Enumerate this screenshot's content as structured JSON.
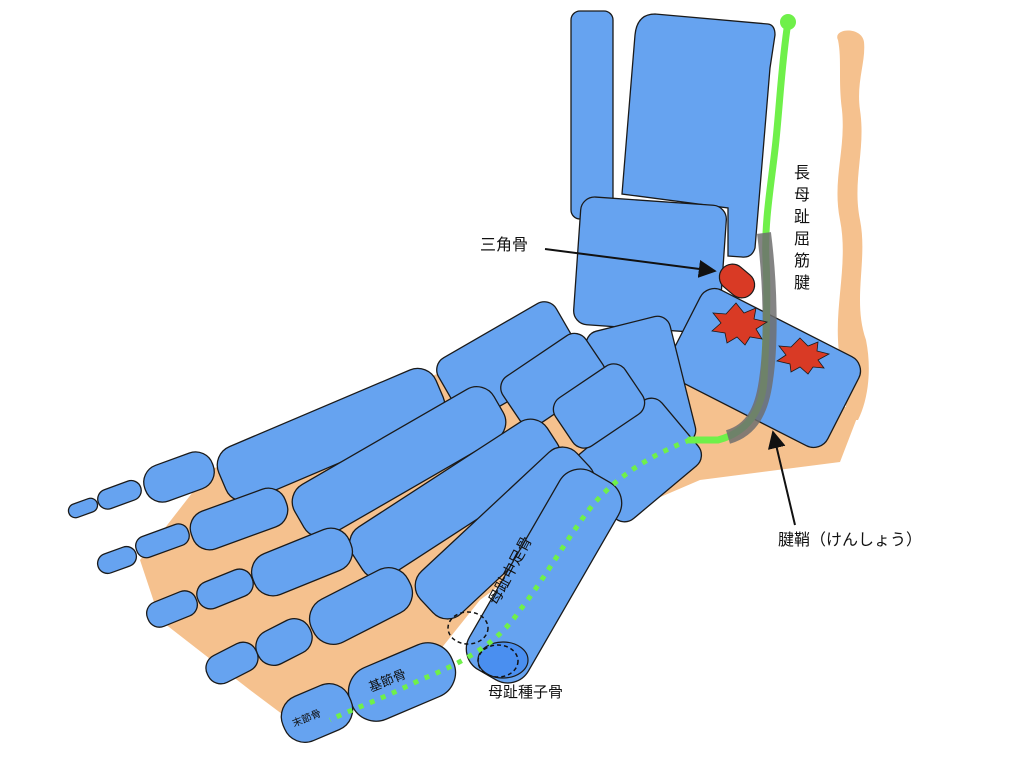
{
  "labels": {
    "os_trigonum": "三角骨",
    "fhl_tendon": "長母趾屈筋腱",
    "tendon_sheath": "腱鞘（けんしょう）",
    "first_metatarsal": "母趾中足骨",
    "sesamoid": "母趾種子骨",
    "proximal_phalanx": "基節骨",
    "distal_phalanx": "末節骨"
  },
  "colors": {
    "bone": "#66a3f0",
    "soft_tissue": "#f5c18e",
    "tendon": "#6ff04a",
    "sheath": "#707070",
    "inflammation": "#d93a25",
    "outline": "#1a1a1a"
  }
}
